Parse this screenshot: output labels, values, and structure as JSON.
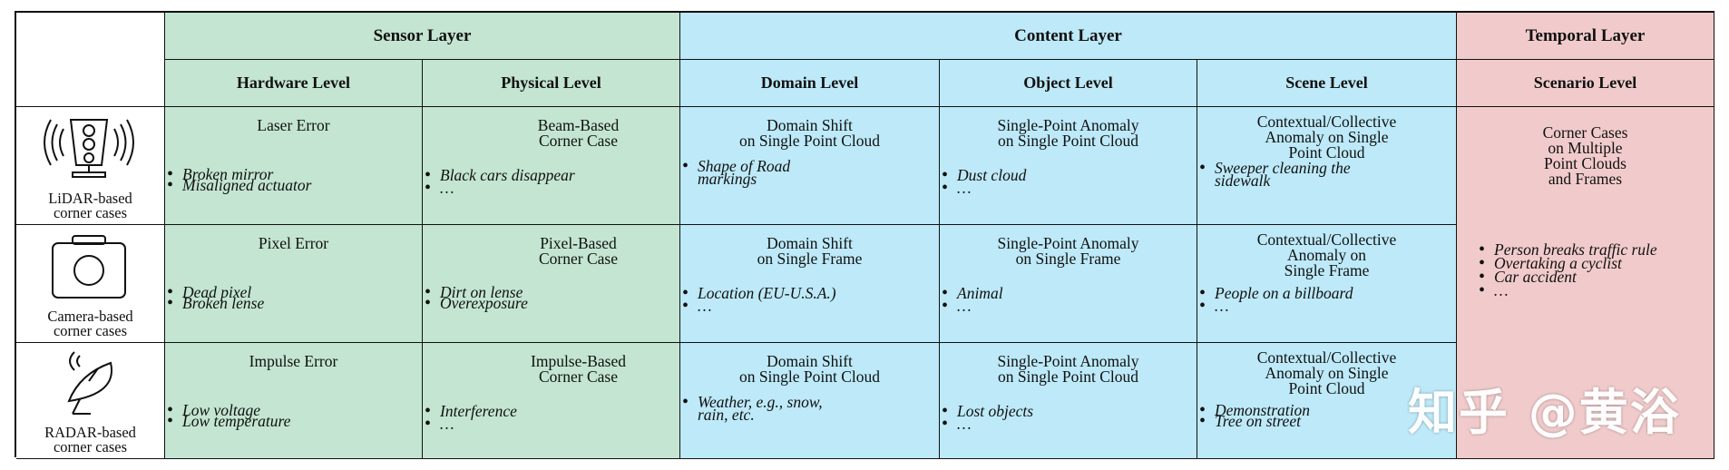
{
  "layers": {
    "sensor": "Sensor Layer",
    "content": "Content Layer",
    "temporal": "Temporal Layer"
  },
  "levels": {
    "hardware": "Hardware Level",
    "physical": "Physical Level",
    "domain": "Domain Level",
    "object": "Object Level",
    "scene": "Scene Level",
    "scenario": "Scenario Level"
  },
  "rows": {
    "lidar": {
      "label": [
        "LiDAR-based",
        "corner cases"
      ],
      "icon": "lidar-sensor-icon",
      "hardware": {
        "title": [
          "Laser Error"
        ],
        "items": [
          "Broken mirror",
          "Misaligned actuator"
        ]
      },
      "physical": {
        "title": [
          "Beam-Based",
          "Corner Case"
        ],
        "items": [
          "Black cars disappear",
          "…"
        ]
      },
      "domain": {
        "title": [
          "Domain Shift",
          "on Single Point Cloud"
        ],
        "items": [
          "Shape of Road markings"
        ]
      },
      "object": {
        "title": [
          "Single-Point Anomaly",
          "on Single Point Cloud"
        ],
        "items": [
          "Dust cloud",
          "…"
        ]
      },
      "scene": {
        "title": [
          "Contextual/Collective",
          "Anomaly on Single",
          "Point Cloud"
        ],
        "items": [
          "Sweeper cleaning the sidewalk"
        ]
      }
    },
    "camera": {
      "label": [
        "Camera-based",
        "corner cases"
      ],
      "icon": "camera-icon",
      "hardware": {
        "title": [
          "Pixel Error"
        ],
        "items": [
          "Dead pixel",
          "Broken lense"
        ]
      },
      "physical": {
        "title": [
          "Pixel-Based",
          "Corner Case"
        ],
        "items": [
          "Dirt on lense",
          "Overexposure"
        ]
      },
      "domain": {
        "title": [
          "Domain Shift",
          "on Single Frame"
        ],
        "items": [
          "Location (EU-U.S.A.)",
          "…"
        ]
      },
      "object": {
        "title": [
          "Single-Point Anomaly",
          "on Single Frame"
        ],
        "items": [
          "Animal",
          "…"
        ]
      },
      "scene": {
        "title": [
          "Contextual/Collective",
          "Anomaly on",
          "Single Frame"
        ],
        "items": [
          "People on a billboard",
          "…"
        ]
      }
    },
    "radar": {
      "label": [
        "RADAR-based",
        "corner cases"
      ],
      "icon": "radar-dish-icon",
      "hardware": {
        "title": [
          "Impulse Error"
        ],
        "items": [
          "Low voltage",
          "Low temperature"
        ]
      },
      "physical": {
        "title": [
          "Impulse-Based",
          "Corner Case"
        ],
        "items": [
          "Interference",
          "…"
        ]
      },
      "domain": {
        "title": [
          "Domain Shift",
          "on Single Point Cloud"
        ],
        "items": [
          "Weather, e.g., snow, rain, etc."
        ]
      },
      "object": {
        "title": [
          "Single-Point Anomaly",
          "on Single Point Cloud"
        ],
        "items": [
          "Lost objects",
          "…"
        ]
      },
      "scene": {
        "title": [
          "Contextual/Collective",
          "Anomaly on Single",
          "Point Cloud"
        ],
        "items": [
          "Demonstration",
          "Tree on street"
        ]
      }
    }
  },
  "scenario": {
    "title": [
      "Corner Cases",
      "on Multiple",
      "Point Clouds",
      "and Frames"
    ],
    "items": [
      "Person breaks traffic rule",
      "Overtaking a cyclist",
      "Car accident",
      "…"
    ]
  },
  "watermark": "知乎 @黄浴",
  "colors": {
    "sensor": "#c3e5d1",
    "content": "#bde9f8",
    "temporal": "#f1cbcb"
  }
}
